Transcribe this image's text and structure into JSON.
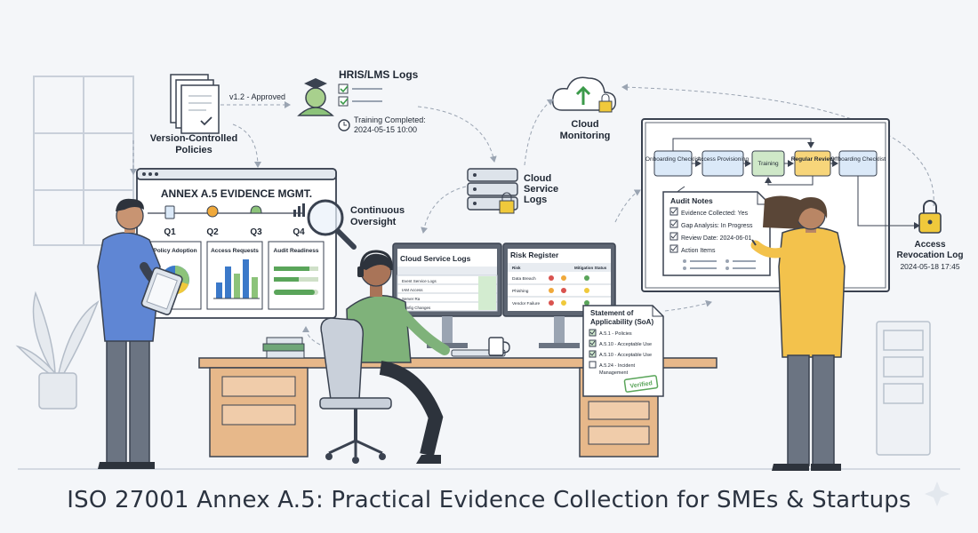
{
  "footer": {
    "title": "ISO 27001 Annex A.5: Practical Evidence Collection for SMEs & Startups"
  },
  "policies": {
    "label_line1": "Version-Controlled",
    "label_line2": "Policies",
    "version": "v1.2 - Approved"
  },
  "hris": {
    "title": "HRIS/LMS Logs",
    "training_line1": "Training Completed:",
    "training_line2": "2024-05-15 10:00"
  },
  "cloud_monitoring": {
    "line1": "Cloud",
    "line2": "Monitoring"
  },
  "cloud_logs_node": {
    "line1": "Cloud",
    "line2": "Service",
    "line3": "Logs"
  },
  "dashboard": {
    "title": "ANNEX A.5 EVIDENCE MGMT.",
    "quarters": [
      "Q1",
      "Q2",
      "Q3",
      "Q4"
    ],
    "panels": [
      "Policy Adoption",
      "Access Requests",
      "Audit Readiness"
    ]
  },
  "oversight": {
    "line1": "Continuous",
    "line2": "Oversight"
  },
  "monitor_left": {
    "title": "Cloud Service Logs",
    "rows": [
      "Event Service Logs",
      "IAM Access",
      "Server Ra",
      "Config Changes"
    ]
  },
  "monitor_right": {
    "title": "Risk Register",
    "headers": [
      "Risk",
      "Mitigation Status"
    ],
    "rows": [
      "Data Breach",
      "Phishing",
      "Vendor Failure"
    ]
  },
  "workflow": {
    "steps": [
      "Onboarding Checklist",
      "Access Provisioning",
      "Training",
      "Regular Review",
      "Offboarding Checklist"
    ]
  },
  "audit_notes": {
    "title": "Audit Notes",
    "items": [
      "Evidence Collected: Yes",
      "Gap Analysis: In Progress",
      "Review Date: 2024-06-01",
      "Action Items"
    ]
  },
  "soa": {
    "title_line1": "Statement of",
    "title_line2": "Applicability (SoA)",
    "items": [
      "A.5.1 - Policies",
      "A.5.10 - Acceptable Use",
      "A.5.10 - Acceptable Use",
      "A.5.24 - Incident",
      "Management"
    ],
    "stamp": "Verified"
  },
  "revocation": {
    "line1": "Access",
    "line2": "Revocation Log",
    "date": "2024-05-18 17:45"
  },
  "colors": {
    "accent_blue": "#3b79c9",
    "success_green": "#5aa55a",
    "warn_yellow": "#f0c93b",
    "desk": "#e7b88a"
  }
}
